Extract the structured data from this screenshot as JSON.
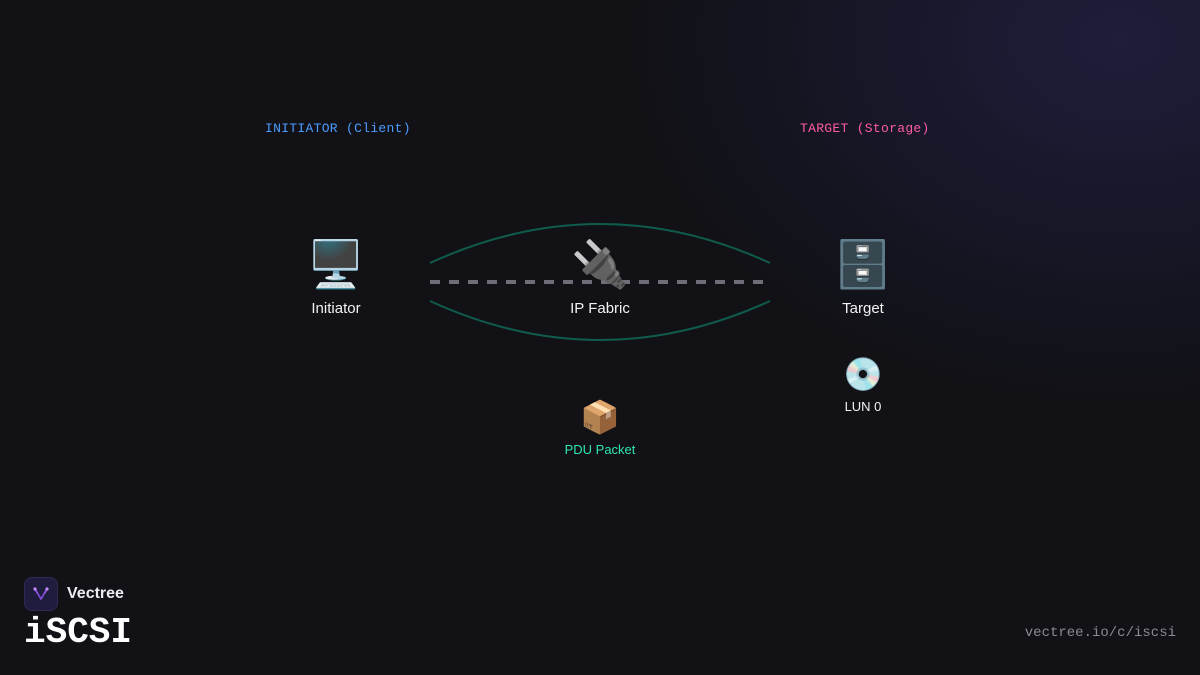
{
  "sections": {
    "initiator": "INITIATOR (Client)",
    "target": "TARGET (Storage)"
  },
  "nodes": {
    "initiator": {
      "label": "Initiator",
      "icon": "desktop-computer-icon",
      "glyph": "🖥️"
    },
    "fabric": {
      "label": "IP Fabric",
      "icon": "electric-plug-icon",
      "glyph": "🔌"
    },
    "target": {
      "label": "Target",
      "icon": "file-cabinet-icon",
      "glyph": "🗄️"
    },
    "lun": {
      "label": "LUN 0",
      "icon": "disc-icon",
      "glyph": "💿"
    },
    "pdu": {
      "label": "PDU Packet",
      "icon": "package-icon",
      "glyph": "📦"
    }
  },
  "brand": {
    "name": "Vectree",
    "icon": "vectree-logo-icon"
  },
  "title": "iSCSI",
  "url": "vectree.io/c/iscsi",
  "colors": {
    "initiator": "#4d9cff",
    "target": "#ff5aa5",
    "pdu": "#2fe6b0",
    "link": "#0f5c4c",
    "dashed": "#6e6e78"
  }
}
